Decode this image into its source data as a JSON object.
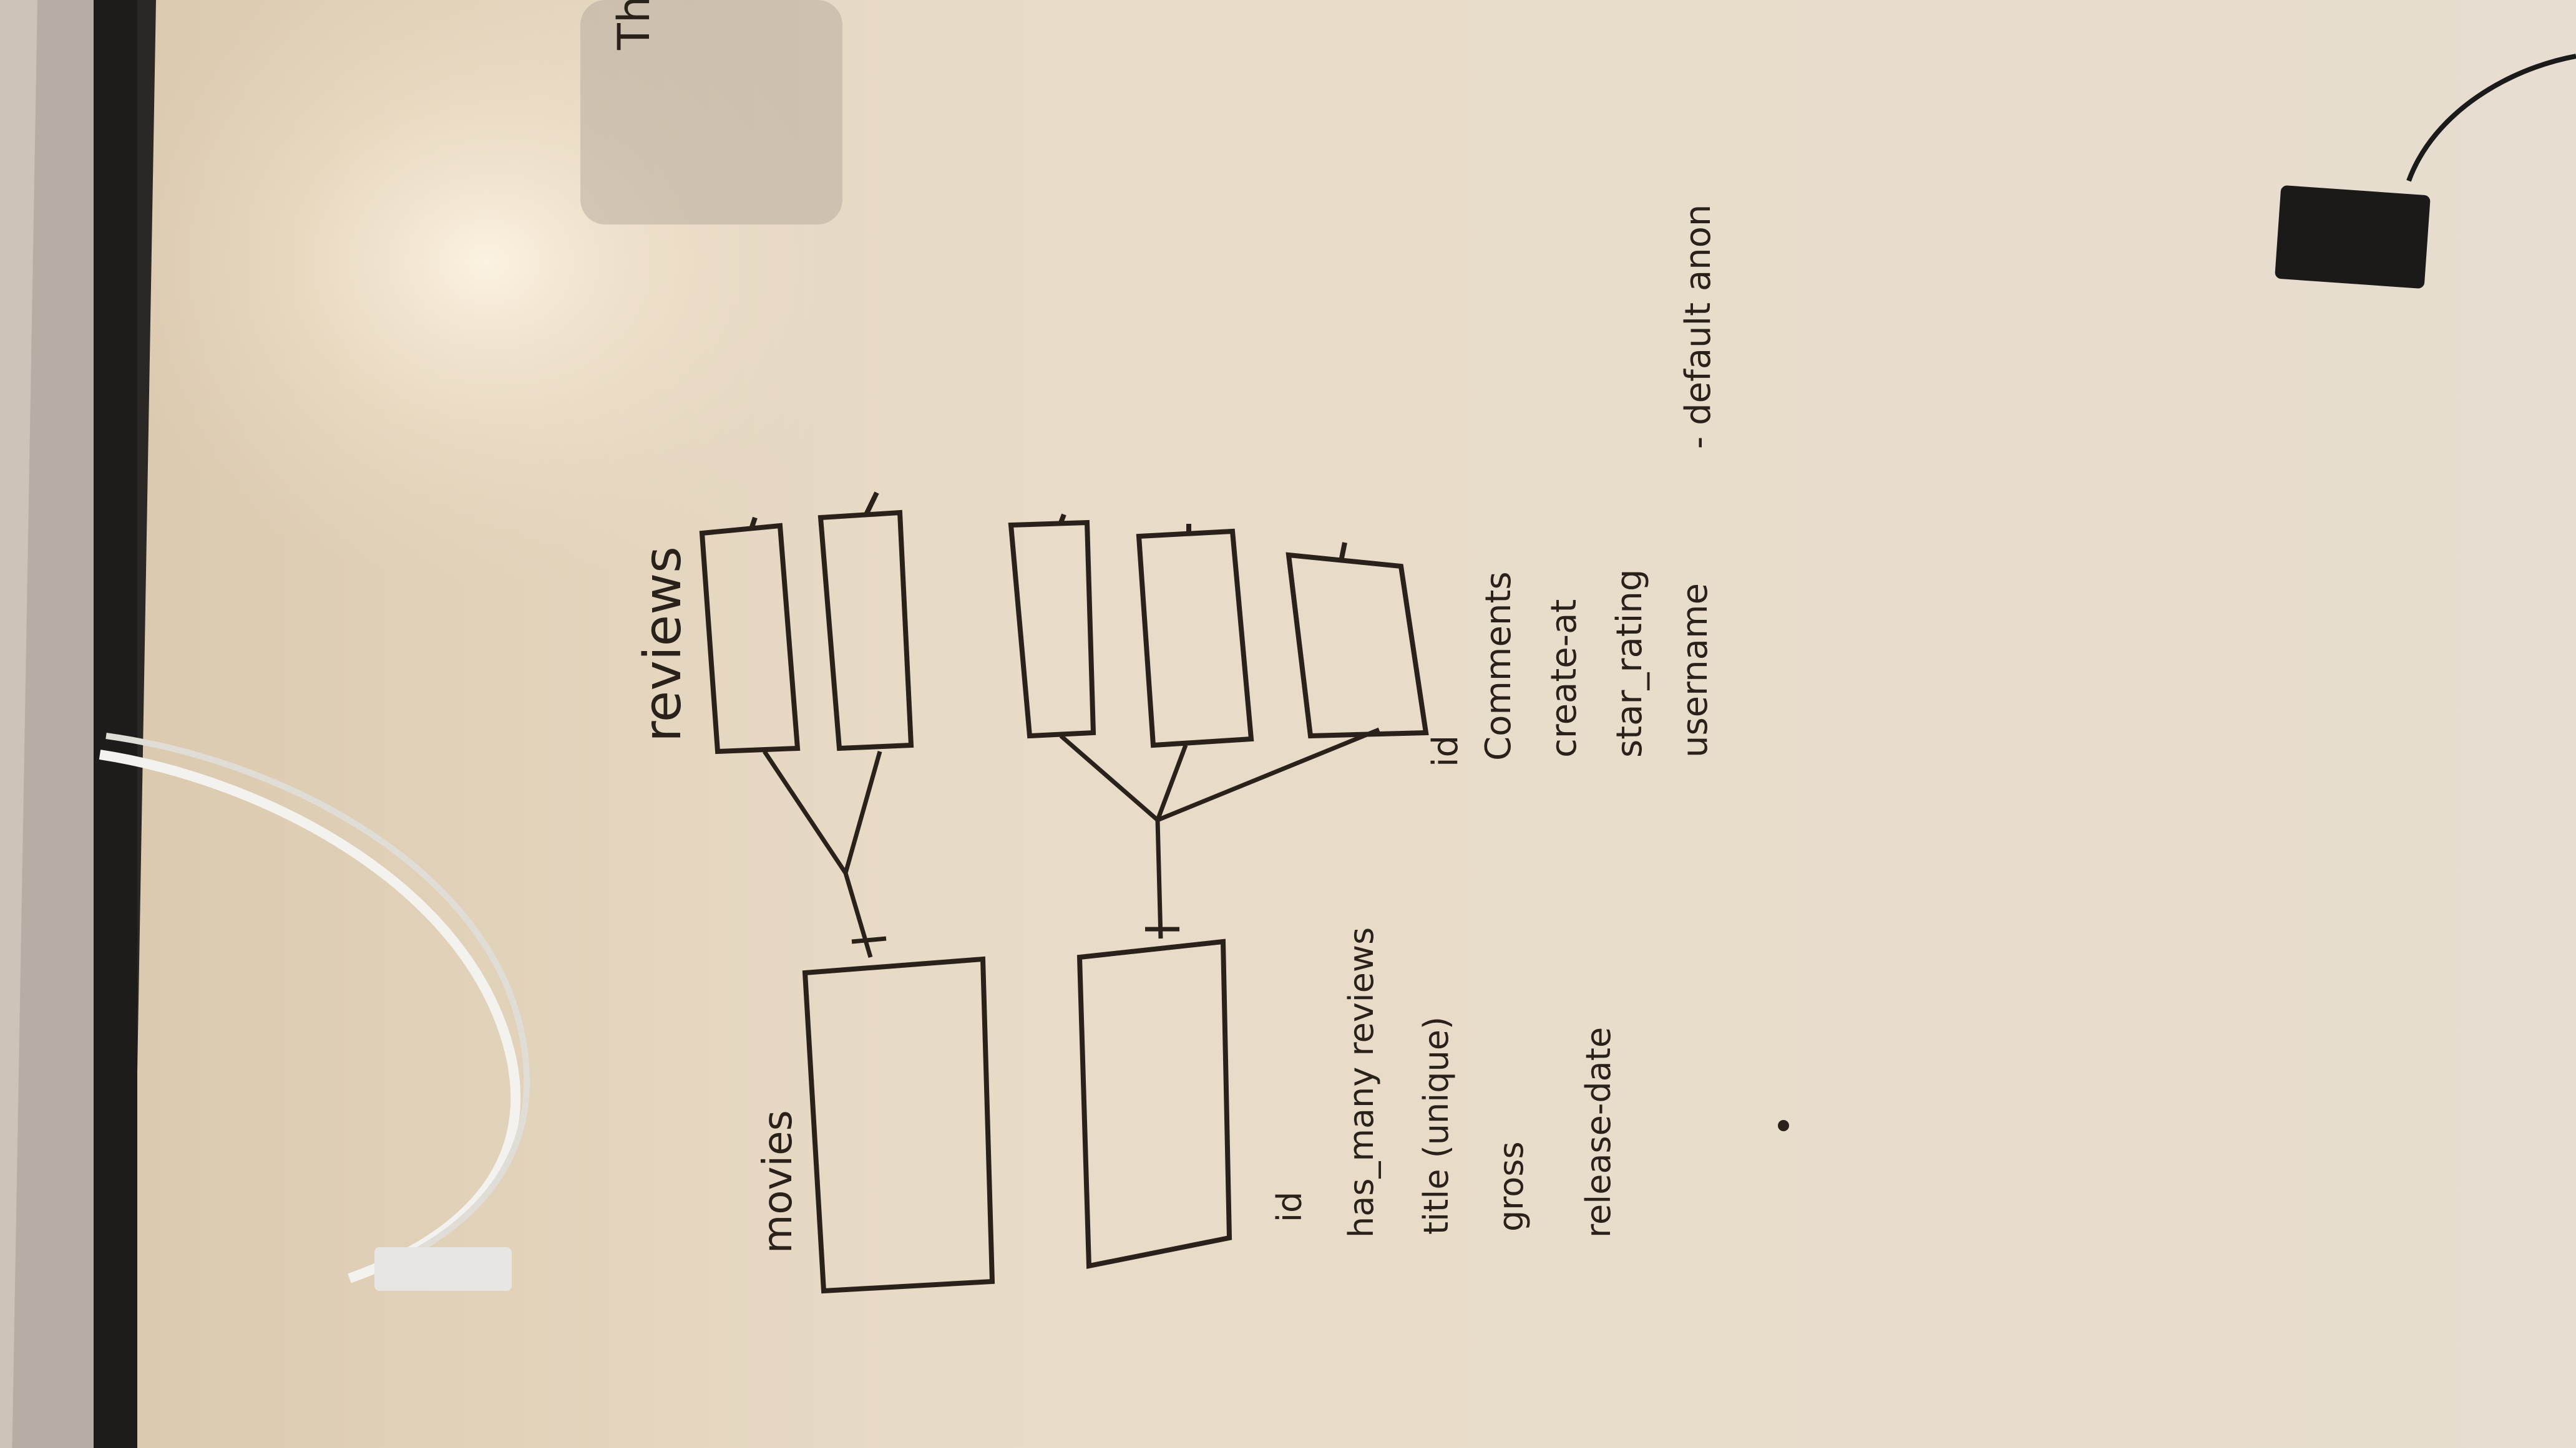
{
  "board": {
    "labels": {
      "movies": "movies",
      "reviews": "reviews",
      "partial_title": "Th"
    },
    "movie_fields": [
      "id",
      "has_many reviews",
      "title (unique)",
      "gross",
      "release-date"
    ],
    "review_fields": [
      "id",
      "Comments",
      "create-at",
      "star_rating",
      "username"
    ],
    "annotation": "- default anon"
  },
  "colors": {
    "marker": "#2a211b",
    "whiteboard": "#e9dcc9",
    "frame": "#1c1a18"
  }
}
